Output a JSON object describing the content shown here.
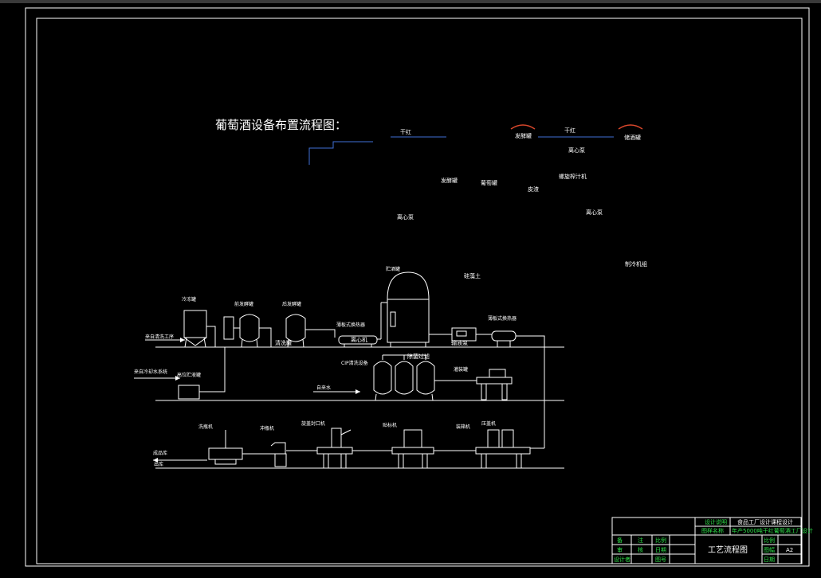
{
  "title": "葡萄酒设备布置流程图：",
  "top_labels": {
    "ganhong_1": "干红",
    "ganhong_2": "干红",
    "fermentation_tank_top": "发酵罐",
    "storage_tank_top": "储酒罐",
    "centrifugal_pump_top": "离心泵"
  },
  "mid_labels": {
    "fermentation_tank": "发酵罐",
    "grape_tank": "葡萄罐",
    "pomace": "皮渣",
    "screw_press": "螺旋榨汁机",
    "centrifugal_pump_1": "离心泵",
    "centrifugal_pump_2": "离心泵",
    "cold_unit": "制冷机组"
  },
  "process": {
    "big_tank": "贮酒罐",
    "tank_a": "冷冻罐",
    "tank_b": "前发酵罐",
    "tank_c": "后发酵罐",
    "cleaning": "清洗罐",
    "hx_1": "薄板式换热器",
    "hx_2": "薄板式换热器",
    "feed_in": "来自清洗工序",
    "centrifuge": "离心机",
    "diatom_filter": "硅藻土",
    "transfer_pump": "输液泵",
    "cooling_in": "来自冷却水系统",
    "high_tank": "高位贮液罐",
    "cip": "CIP清洗设备",
    "sterile_filter": "除菌过滤",
    "water": "自来水",
    "filling_tank": "灌装罐",
    "bottle_washer": "洗瓶机",
    "rinser": "冲瓶机",
    "capper": "压盖机",
    "corker": "旋盖封口机",
    "labeler": "贴标机",
    "packer": "装箱机",
    "finished": "成品库",
    "out": "出库"
  },
  "title_block": {
    "school": "食品工厂设计课程设计",
    "project": "年产5000吨干红葡萄酒工厂设计",
    "label_design": "设计说明",
    "label_drawing": "图样名称",
    "drawing_name": "工艺流程图",
    "row1_a": "备",
    "row1_b": "注",
    "row1_c": "比例",
    "row2_a": "审",
    "row2_b": "核",
    "row2_c": "日期",
    "row3_a": "设计者",
    "row3_c": "图号",
    "scale_label": "比例",
    "sheet_label": "图幅",
    "date_label": "日期",
    "sheet_size": "A2"
  },
  "colors": {
    "line": "#ffffff",
    "accent_blue": "#3f6fd6",
    "accent_red": "#d9472b",
    "green": "#2fe04a"
  }
}
